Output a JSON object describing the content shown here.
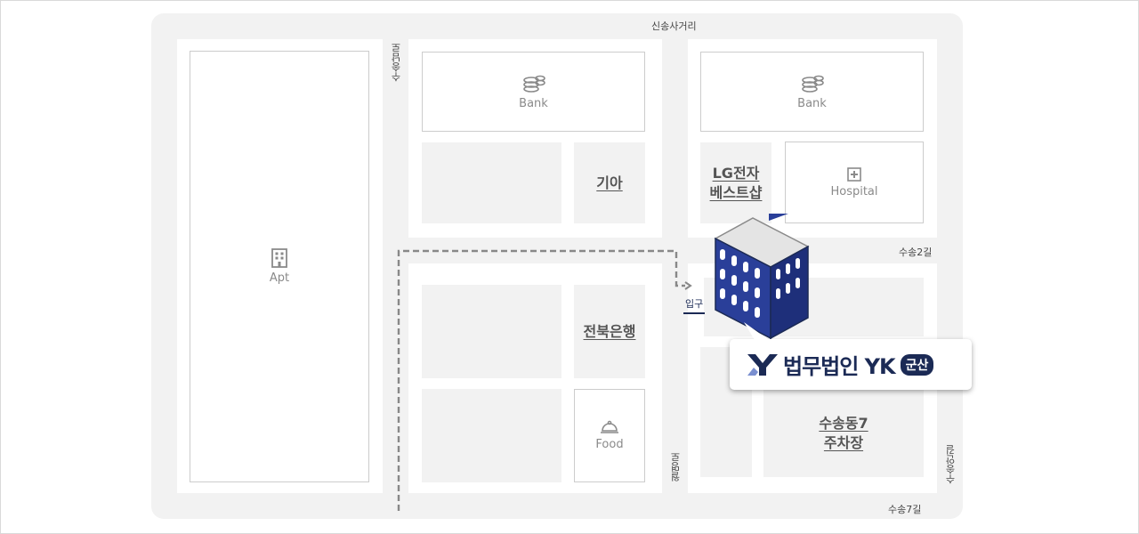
{
  "streets": {
    "top": "신송사거리",
    "left_vertical": "수송남로",
    "middle_vertical": "월명로",
    "right_vertical": "수송안길",
    "right_horizontal": "수송2길",
    "bottom": "수송7길"
  },
  "places": {
    "apt": "Apt",
    "bank_1": "Bank",
    "bank_2": "Bank",
    "kia": "기아",
    "lg": [
      "LG전자",
      "베스트샵"
    ],
    "hospital": "Hospital",
    "jb_bank": "전북은행",
    "food": "Food",
    "parking": [
      "수송동7",
      "주차장"
    ]
  },
  "entrance": "입구",
  "office": {
    "logo_mark": "YK",
    "name": "법무법인 YK",
    "branch": "군산"
  },
  "colors": {
    "navy": "#1b2a55",
    "building_blue": "#2a3f99",
    "road": "#f2f2f2",
    "route": "#888888"
  },
  "icons": [
    "building-icon",
    "coins-icon",
    "hospital-icon",
    "cloche-icon"
  ]
}
